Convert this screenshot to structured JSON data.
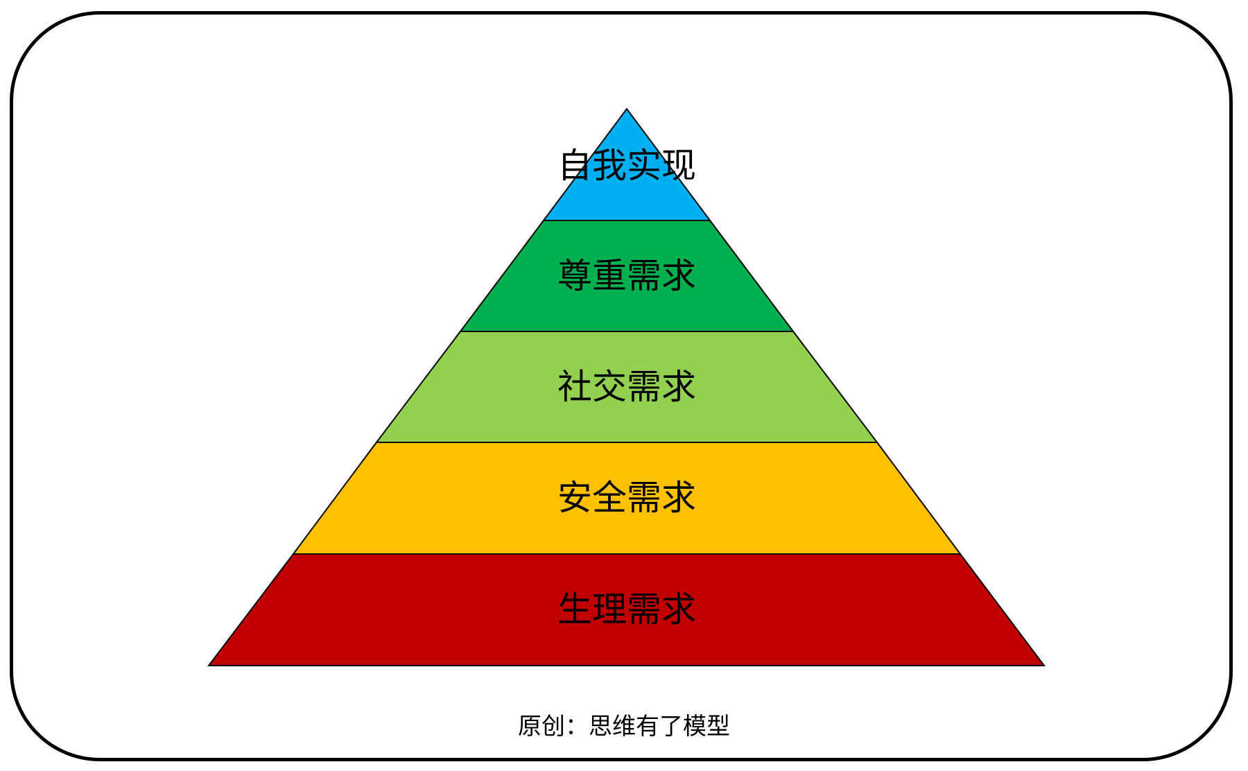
{
  "pyramid": {
    "levels": [
      {
        "label": "自我实现",
        "color": "#00B0F0"
      },
      {
        "label": "尊重需求",
        "color": "#00B050"
      },
      {
        "label": "社交需求",
        "color": "#92D050"
      },
      {
        "label": "安全需求",
        "color": "#FFC000"
      },
      {
        "label": "生理需求",
        "color": "#C00000"
      }
    ]
  },
  "footer": {
    "credit": "原创：思维有了模型"
  }
}
